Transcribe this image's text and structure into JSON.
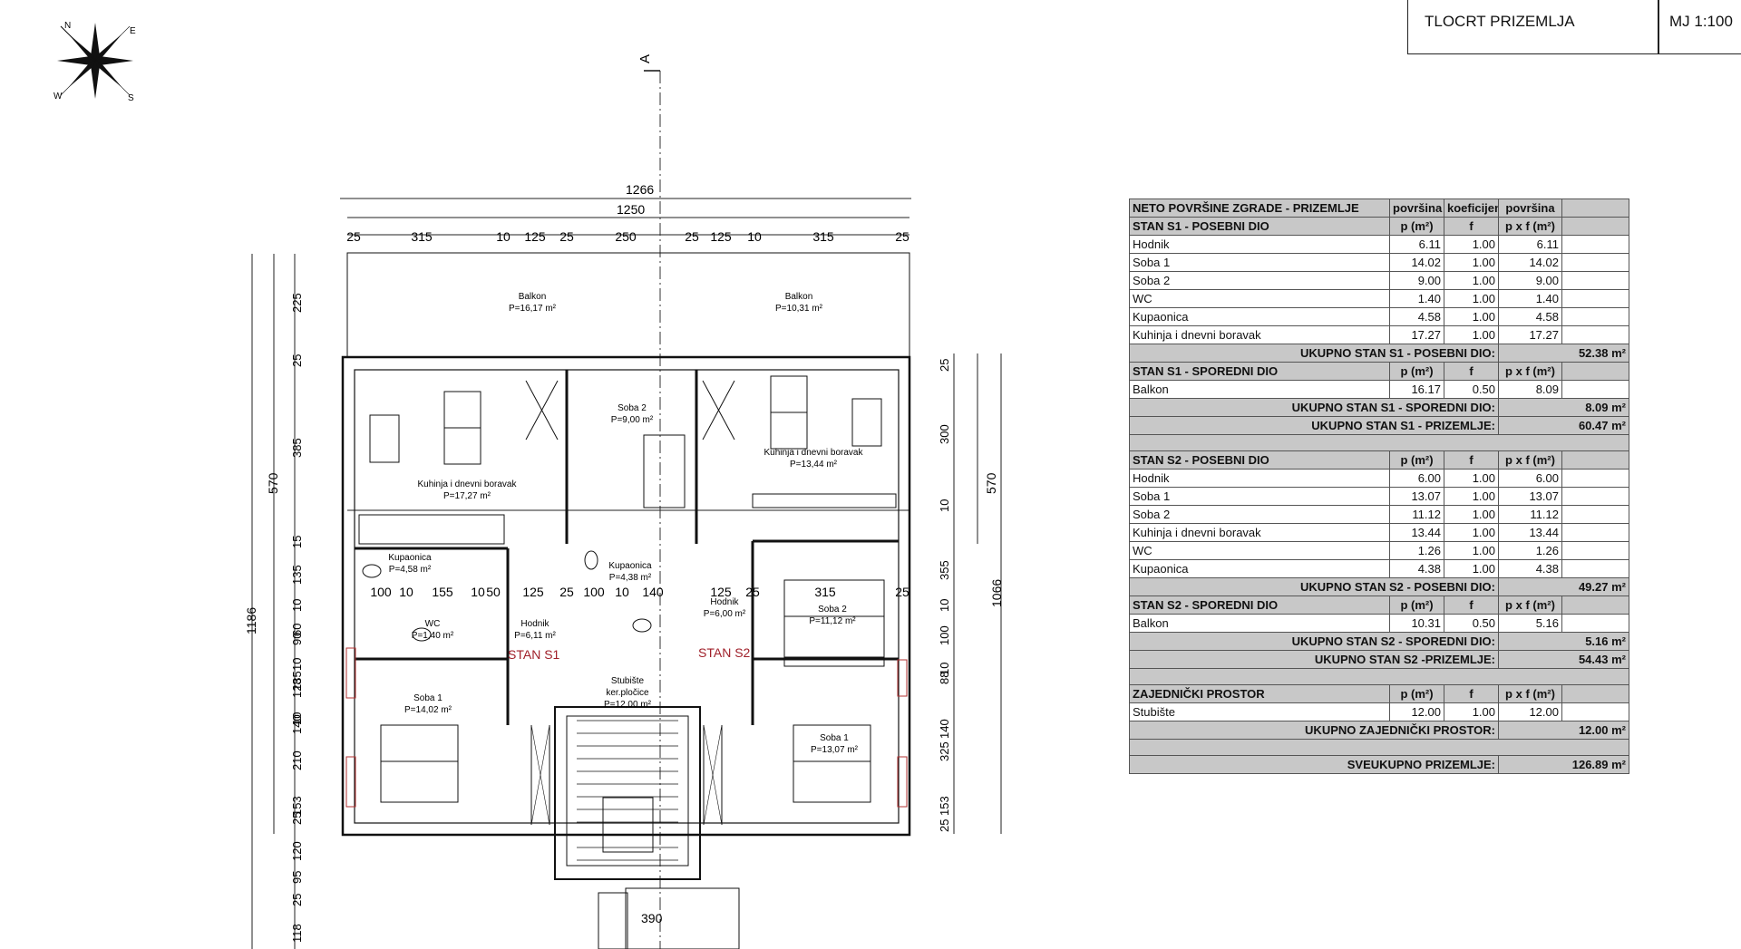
{
  "sheet": {
    "title": "TLOCRT PRIZEMLJA",
    "scale": "MJ 1:100"
  },
  "compass": {
    "n": "N",
    "e": "E",
    "s": "S",
    "w": "W"
  },
  "section_marker": "A",
  "stair_width_label": "390",
  "overall_dims": {
    "outer": "1266",
    "inner": "1250",
    "left_total": "1186",
    "right_total": "1066"
  },
  "top_chain": [
    "25",
    "315",
    "10",
    "125",
    "25",
    "250",
    "25",
    "125",
    "10",
    "315",
    "25"
  ],
  "mid_chain": [
    "100",
    "10",
    "155",
    "10",
    "50",
    "125",
    "25",
    "100",
    "10",
    "140",
    "125",
    "25",
    "315",
    "25"
  ],
  "left_chain": [
    "225",
    "25",
    "385",
    "15",
    "135",
    "10",
    "60",
    "90",
    "10",
    "128",
    "135",
    "10",
    "140",
    "210",
    "153",
    "25",
    "120",
    "95",
    "25",
    "118"
  ],
  "right_chain": [
    "25",
    "300",
    "10",
    "355",
    "10",
    "100",
    "10",
    "88",
    "140",
    "325",
    "153",
    "25"
  ],
  "left_570": "570",
  "right_570": "570",
  "units": {
    "s1": "STAN S1",
    "s2": "STAN S2"
  },
  "rooms": [
    {
      "id": "balkon-s1",
      "name": "Balkon",
      "area": "P=16,17 m²"
    },
    {
      "id": "balkon-s2",
      "name": "Balkon",
      "area": "P=10,31 m²"
    },
    {
      "id": "kuhinja-s1",
      "name": "Kuhinja i dnevni boravak",
      "area": "P=17,27 m²"
    },
    {
      "id": "soba2-s1",
      "name": "Soba 2",
      "area": "P=9,00 m²"
    },
    {
      "id": "kuhinja-s2",
      "name": "Kuhinja i dnevni boravak",
      "area": "P=13,44 m²"
    },
    {
      "id": "kupaonica-s1",
      "name": "Kupaonica",
      "area": "P=4,58 m²"
    },
    {
      "id": "kupaonica-s2",
      "name": "Kupaonica",
      "area": "P=4,38 m²"
    },
    {
      "id": "wc-s1",
      "name": "WC",
      "area": "P=1,40 m²"
    },
    {
      "id": "hodnik-s1",
      "name": "Hodnik",
      "area": "P=6,11 m²"
    },
    {
      "id": "hodnik-s2",
      "name": "Hodnik",
      "area": "P=6,00 m²"
    },
    {
      "id": "soba2-s2",
      "name": "Soba 2",
      "area": "P=11,12 m²"
    },
    {
      "id": "stubiste",
      "name": "Stubište",
      "area": "P=12,00 m²",
      "note": "ker.pločice"
    },
    {
      "id": "soba1-s1",
      "name": "Soba 1",
      "area": "P=14,02 m²"
    },
    {
      "id": "soba1-s2",
      "name": "Soba 1",
      "area": "P=13,07 m²"
    }
  ],
  "table": {
    "header": [
      "NETO POVRŠINE ZGRADE - PRIZEMLJE",
      "površina",
      "koeficijent",
      "površina"
    ],
    "col_heads": [
      "p (m²)",
      "f",
      "p x f (m²)"
    ],
    "s1_posebni": {
      "title": "STAN S1 - POSEBNI DIO",
      "rows": [
        [
          "Hodnik",
          "6.11",
          "1.00",
          "6.11"
        ],
        [
          "Soba 1",
          "14.02",
          "1.00",
          "14.02"
        ],
        [
          "Soba 2",
          "9.00",
          "1.00",
          "9.00"
        ],
        [
          "WC",
          "1.40",
          "1.00",
          "1.40"
        ],
        [
          "Kupaonica",
          "4.58",
          "1.00",
          "4.58"
        ],
        [
          "Kuhinja i dnevni boravak",
          "17.27",
          "1.00",
          "17.27"
        ]
      ],
      "total_label": "UKUPNO STAN S1 - POSEBNI DIO:",
      "total": "52.38 m²"
    },
    "s1_sporedni": {
      "title": "STAN S1 - SPOREDNI DIO",
      "rows": [
        [
          "Balkon",
          "16.17",
          "0.50",
          "8.09"
        ]
      ],
      "total_label": "UKUPNO STAN S1 - SPOREDNI DIO:",
      "total": "8.09 m²"
    },
    "s1_prizemlje": {
      "label": "UKUPNO STAN S1 - PRIZEMLJE:",
      "total": "60.47 m²"
    },
    "s2_posebni": {
      "title": "STAN S2 - POSEBNI DIO",
      "rows": [
        [
          "Hodnik",
          "6.00",
          "1.00",
          "6.00"
        ],
        [
          "Soba 1",
          "13.07",
          "1.00",
          "13.07"
        ],
        [
          "Soba 2",
          "11.12",
          "1.00",
          "11.12"
        ],
        [
          "Kuhinja i dnevni boravak",
          "13.44",
          "1.00",
          "13.44"
        ],
        [
          "WC",
          "1.26",
          "1.00",
          "1.26"
        ],
        [
          "Kupaonica",
          "4.38",
          "1.00",
          "4.38"
        ]
      ],
      "total_label": "UKUPNO STAN S2 - POSEBNI DIO:",
      "total": "49.27 m²"
    },
    "s2_sporedni": {
      "title": "STAN S2 - SPOREDNI DIO",
      "rows": [
        [
          "Balkon",
          "10.31",
          "0.50",
          "5.16"
        ]
      ],
      "total_label": "UKUPNO STAN S2 - SPOREDNI DIO:",
      "total": "5.16 m²"
    },
    "s2_prizemlje": {
      "label": "UKUPNO STAN S2 -PRIZEMLJE:",
      "total": "54.43 m²"
    },
    "zajednicki": {
      "title": "ZAJEDNIČKI PROSTOR",
      "rows": [
        [
          "Stubište",
          "12.00",
          "1.00",
          "12.00"
        ]
      ],
      "total_label": "UKUPNO ZAJEDNIČKI PROSTOR:",
      "total": "12.00 m²"
    },
    "grand": {
      "label": "SVEUKUPNO PRIZEMLJE:",
      "total": "126.89 m²"
    }
  },
  "colors": {
    "line": "#222222",
    "unit_label": "#a0202a",
    "table_grey": "#c8c8c8"
  }
}
